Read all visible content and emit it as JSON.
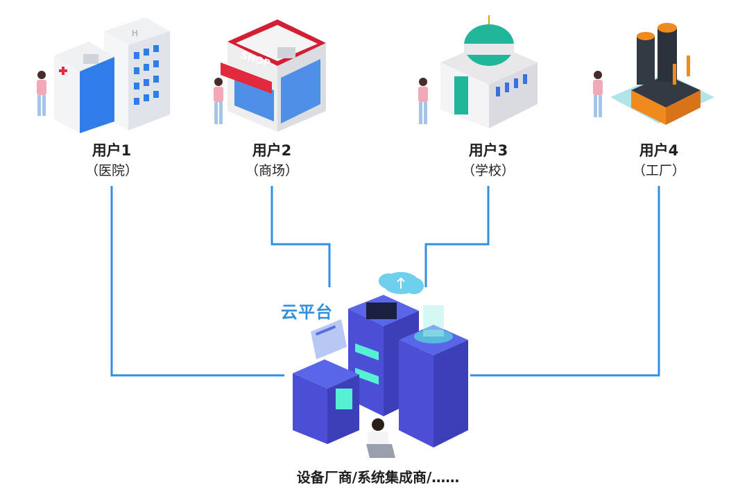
{
  "users": [
    {
      "name": "用户1",
      "type": "（医院）",
      "icon": "hospital-icon"
    },
    {
      "name": "用户2",
      "type": "（商场）",
      "icon": "shop-icon"
    },
    {
      "name": "用户3",
      "type": "（学校）",
      "icon": "school-icon"
    },
    {
      "name": "用户4",
      "type": "（工厂）",
      "icon": "factory-icon"
    }
  ],
  "shop_sign": "SHOP",
  "platform": {
    "title": "云平台",
    "icon": "server-cluster-icon"
  },
  "caption": "设备厂商/系统集成商/……",
  "colors": {
    "line": "#2f8fe0",
    "server": "#4b4fd6",
    "cloud": "#6fd0ee"
  }
}
